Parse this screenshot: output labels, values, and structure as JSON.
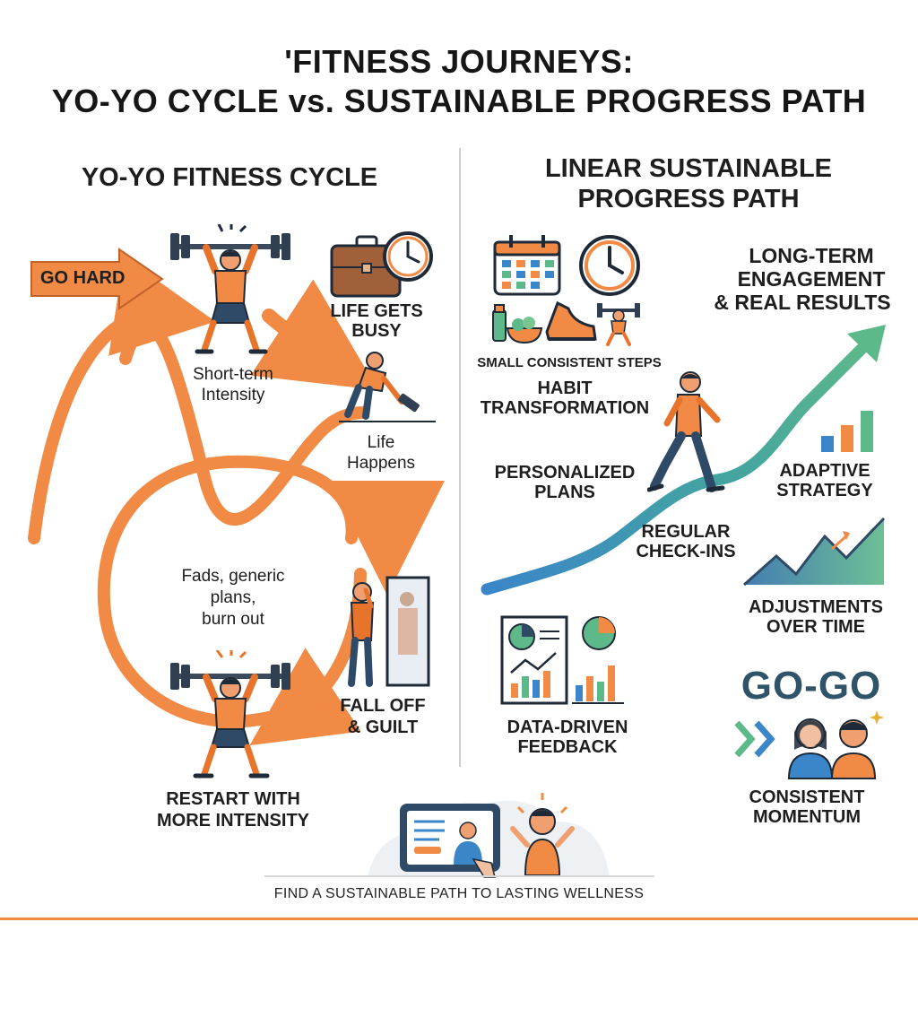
{
  "title": {
    "line1": "'FITNESS JOURNEYS:",
    "line2": "YO-YO CYCLE vs. SUSTAINABLE PROGRESS PATH"
  },
  "left": {
    "heading": "YO-YO FITNESS CYCLE",
    "go_hard": "GO HARD",
    "short_term": [
      "Short-term",
      "Intensity"
    ],
    "life_gets_busy": [
      "LIFE GETS",
      "BUSY"
    ],
    "life_happens": [
      "Life",
      "Happens"
    ],
    "fads": [
      "Fads, generic",
      "plans,",
      "burn out"
    ],
    "fall_off": [
      "FALL OFF",
      "& GUILT"
    ],
    "restart": [
      "RESTART WITH",
      "MORE INTENSITY"
    ]
  },
  "right": {
    "heading": [
      "LINEAR SUSTAINABLE",
      "PROGRESS PATH"
    ],
    "small_steps": "SMALL CONSISTENT STEPS",
    "habit": [
      "HABIT",
      "TRANSFORMATION"
    ],
    "personalized": [
      "PERSONALIZED",
      "PLANS"
    ],
    "regular": [
      "REGULAR",
      "CHECK-INS"
    ],
    "long_term": [
      "LONG-TERM",
      "ENGAGEMENT",
      "& REAL RESULTS"
    ],
    "adaptive": [
      "ADAPTIVE",
      "STRATEGY"
    ],
    "adjustments": [
      "ADJUSTMENTS",
      "OVER TIME"
    ],
    "data_driven": [
      "DATA-DRIVEN",
      "FEEDBACK"
    ],
    "gogo": "GO-GO",
    "consistent": [
      "CONSISTENT",
      "MOMENTUM"
    ]
  },
  "footer": "FIND A SUSTAINABLE PATH TO LASTING WELLNESS",
  "colors": {
    "orange": "#f08a45",
    "orange_dark": "#e8742c",
    "teal": "#3aa58e",
    "blue": "#3a86c8",
    "green": "#5db88a",
    "navy": "#2f4a66",
    "gogo_blue": "#2f5369"
  },
  "icons": [
    "barbell-icon",
    "briefcase-icon",
    "clock-icon",
    "calendar-icon",
    "sneaker-icon",
    "salad-icon",
    "bar-chart-icon",
    "pie-chart-icon",
    "tablet-icon",
    "mirror-icon",
    "double-chevron-icon",
    "sparkle-icon"
  ]
}
